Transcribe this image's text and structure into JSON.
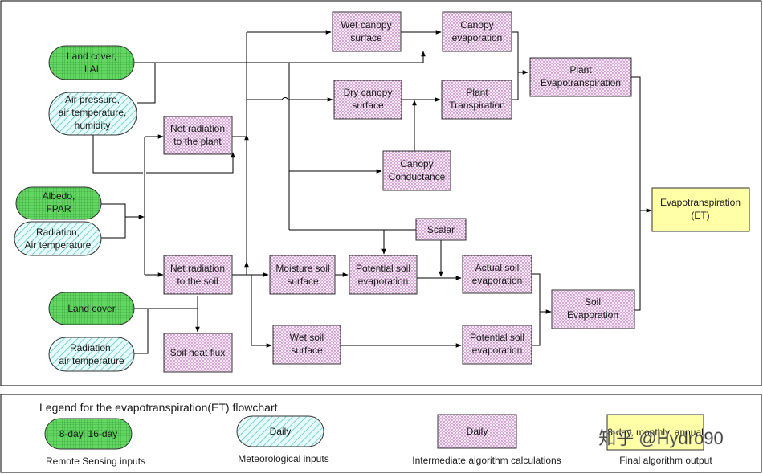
{
  "nodes": {
    "land_cover_lai": [
      "Land cover,",
      "LAI"
    ],
    "air_pressure": [
      "Air pressure,",
      "air temperature,",
      "humidity"
    ],
    "albedo": [
      "Albedo,",
      "FPAR"
    ],
    "radiation_air": [
      "Radiation,",
      "Air temperature"
    ],
    "land_cover": [
      "Land cover"
    ],
    "radiation_air2": [
      "Radiation,",
      "air temperature"
    ],
    "net_rad_plant": [
      "Net radiation",
      "to the plant"
    ],
    "net_rad_soil": [
      "Net radiation",
      "to the soil"
    ],
    "soil_heat": [
      "Soil heat flux"
    ],
    "wet_canopy": [
      "Wet canopy",
      "surface"
    ],
    "dry_canopy": [
      "Dry canopy",
      "surface"
    ],
    "canopy_evap": [
      "Canopy",
      "evaporation"
    ],
    "plant_transp": [
      "Plant",
      "Transpiration"
    ],
    "plant_et": [
      "Plant",
      "Evapotranspiration"
    ],
    "canopy_cond": [
      "Canopy",
      "Conductance"
    ],
    "scalar": [
      "Scalar"
    ],
    "moisture_soil": [
      "Moisture soil",
      "surface"
    ],
    "potential_soil_evap1": [
      "Potential soil",
      "evaporation"
    ],
    "actual_soil": [
      "Actual soil",
      "evaporation"
    ],
    "soil_evap": [
      "Soil",
      "Evaporation"
    ],
    "wet_soil": [
      "Wet soil",
      "surface"
    ],
    "potential_soil_evap2": [
      "Potential soil",
      "evaporation"
    ],
    "et": [
      "Evapotranspiration",
      "(ET)"
    ]
  },
  "legend": {
    "title": "Legend for the evapotranspiration(ET) flowchart",
    "items": [
      {
        "sample": "8-day, 16-day",
        "label": "Remote Sensing inputs"
      },
      {
        "sample": "Daily",
        "label": "Meteorological inputs"
      },
      {
        "sample": "Daily",
        "label": "Intermediate algorithm calculations"
      },
      {
        "sample": "8-day, monthly, annual",
        "label": "Final algorithm output"
      }
    ]
  },
  "watermark": "知乎 @Hydro90",
  "colors": {
    "remote_sensing_fill": "#5fd35f",
    "meteorological_fill": "#d6f5f5",
    "intermediate_fill": "#f3dcf3",
    "output_fill": "#ffffa8",
    "line": "#000000"
  }
}
